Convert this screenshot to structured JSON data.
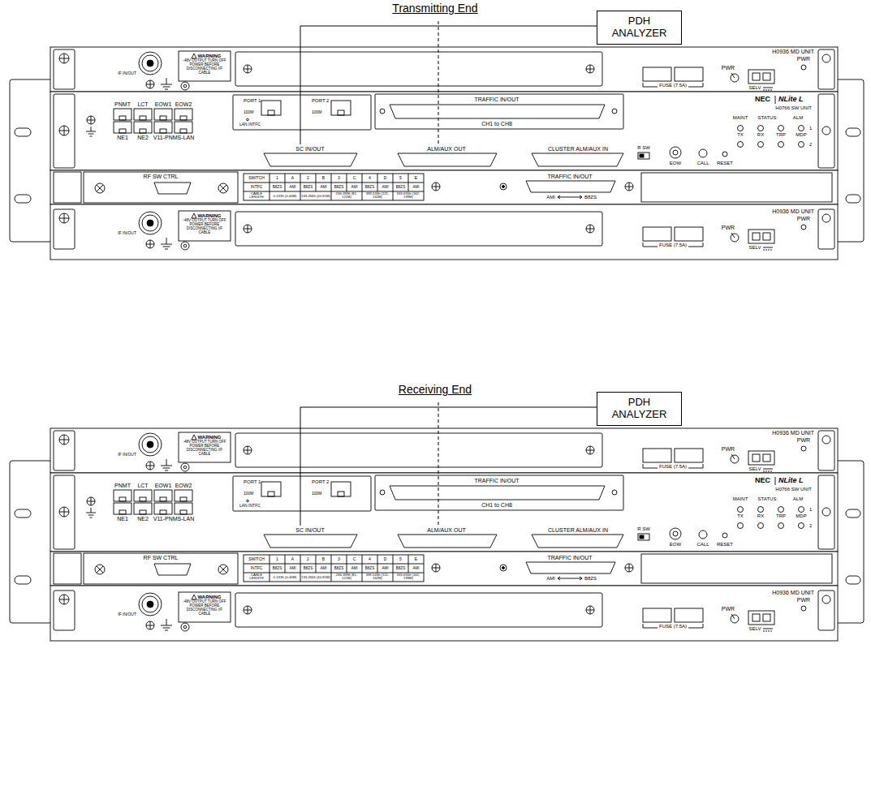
{
  "diagram": {
    "nodes": [
      {
        "text": [
          "PDH ANALYZER"
        ]
      },
      {
        "text": [
          "PDH ANALYZER"
        ]
      }
    ],
    "labels": [
      "Transmitting End",
      "IF IN/OUT",
      "WARNING",
      "-48V OUTPUT TURN OFF POWER BEFORE DISCONNECTING I/F CABLE",
      "H0936 MD UNIT",
      "PWR",
      "PWR",
      "FUSE (7.5A)",
      "SELV",
      "PNMT",
      "LCT",
      "EOW1",
      "EOW2",
      "NE1",
      "NE2",
      "V11-PNMS-LAN",
      "PORT 1",
      "100M",
      "LAN INTFC",
      "PORT 2",
      "100M",
      "TRAFFIC IN/OUT",
      "CH1 to CH8",
      "SC IN/OUT",
      "ALM/AUX OUT",
      "CLUSTER ALM/AUX IN",
      "R SW",
      "EOW",
      "CALL",
      "RESET",
      "NEC",
      "NLite L",
      "H0766 SW UNIT",
      "MAINT",
      "STATUS",
      "ALM",
      "1",
      "TX",
      "RX",
      "TRP",
      "MDP",
      "2",
      "RF SW CTRL",
      "SWITCH",
      "1",
      "A",
      "2",
      "B",
      "3",
      "C",
      "4",
      "D",
      "5",
      "E",
      "INTFC",
      "B8ZS",
      "AMI",
      "B8ZS",
      "AMI",
      "B8ZS",
      "AMI",
      "B8ZS",
      "AMI",
      "B8ZS",
      "AMI",
      "CABLE LENGTH",
      "0-133ft (0-40M)",
      "133-266ft (40-81M)",
      "266-399ft (81-121M)",
      "399-533ft (121-162M)",
      "533-655ft (162-199M)",
      "TRAFFIC IN/OUT",
      "AMI",
      "B8ZS",
      "IF IN/OUT",
      "WARNING",
      "-48V OUTPUT TURN OFF POWER BEFORE DISCONNECTING I/F CABLE",
      "H0936 MD UNIT",
      "PWR",
      "PWR",
      "FUSE (7.5A)",
      "SELV",
      "Receiving End",
      "IF IN/OUT",
      "WARNING",
      "-48V OUTPUT TURN OFF POWER BEFORE DISCONNECTING I/F CABLE",
      "H0936 MD UNIT",
      "PWR",
      "PWR",
      "FUSE (7.5A)",
      "SELV",
      "PNMT",
      "LCT",
      "EOW1",
      "EOW2",
      "NE1",
      "NE2",
      "V11-PNMS-LAN",
      "PORT 1",
      "100M",
      "LAN INTFC",
      "PORT 2",
      "100M",
      "TRAFFIC IN/OUT",
      "CH1 to CH8",
      "SC IN/OUT",
      "ALM/AUX OUT",
      "CLUSTER ALM/AUX IN",
      "R SW",
      "EOW",
      "CALL",
      "RESET",
      "NEC",
      "NLite L",
      "H0766 SW UNIT",
      "MAINT",
      "STATUS",
      "ALM",
      "1",
      "TX",
      "RX",
      "TRP",
      "MDP",
      "2",
      "RF SW CTRL",
      "SWITCH",
      "1",
      "A",
      "2",
      "B",
      "3",
      "C",
      "4",
      "D",
      "5",
      "E",
      "INTFC",
      "B8ZS",
      "AMI",
      "B8ZS",
      "AMI",
      "B8ZS",
      "AMI",
      "B8ZS",
      "AMI",
      "B8ZS",
      "AMI",
      "CABLE LENGTH",
      "0-133ft (0-40M)",
      "133-266ft (40-81M)",
      "266-399ft (81-121M)",
      "399-533ft (121-162M)",
      "533-655ft (162-199M)",
      "TRAFFIC IN/OUT",
      "AMI",
      "B8ZS",
      "IF IN/OUT",
      "WARNING",
      "-48V OUTPUT TURN OFF POWER BEFORE DISCONNECTING I/F CABLE",
      "H0936 MD UNIT",
      "PWR",
      "PWR",
      "FUSE (7.5A)",
      "SELV"
    ]
  }
}
